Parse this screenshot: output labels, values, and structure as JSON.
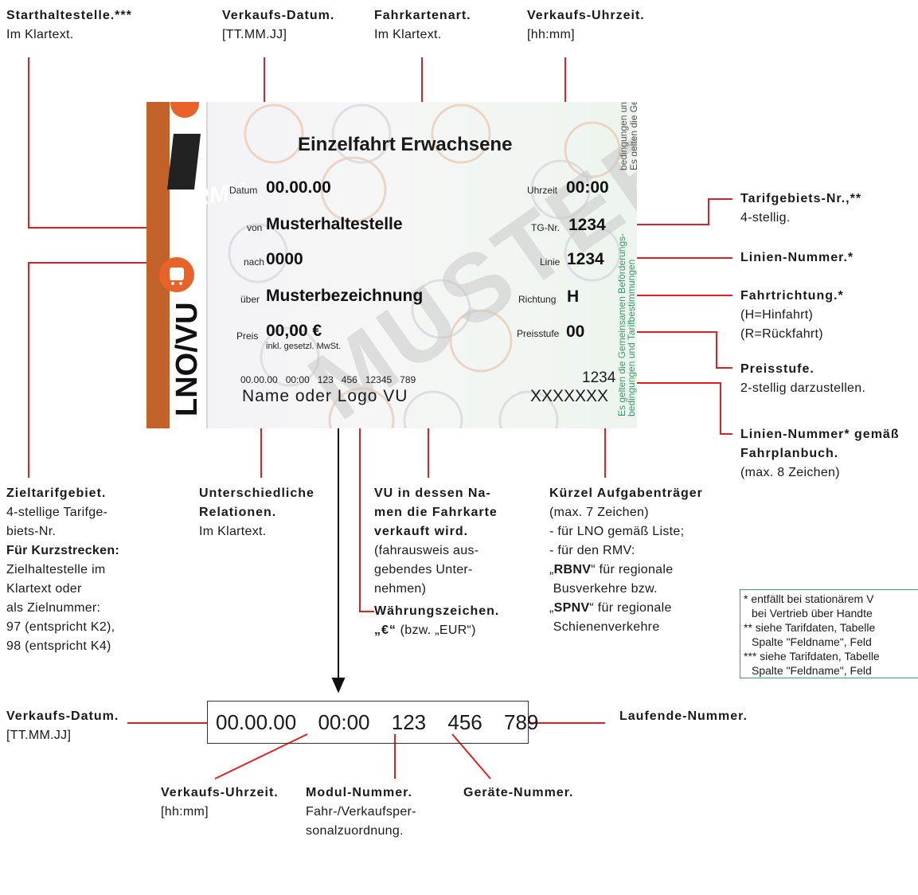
{
  "top_labels": {
    "starthaltestelle": {
      "title": "Starthaltestelle.***",
      "text": "Im Klartext."
    },
    "verkaufs_datum": {
      "title": "Verkaufs-Datum.",
      "text": "[TT.MM.JJ]"
    },
    "fahrkartenart": {
      "title": "Fahrkartenart.",
      "text": "Im Klartext."
    },
    "verkaufs_uhrzeit": {
      "title": "Verkaufs-Uhrzeit.",
      "text": "[hh:mm]"
    }
  },
  "right_labels": {
    "tarifgebiet": {
      "title": "Tarifgebiets-Nr.,**",
      "text": "4-stellig."
    },
    "linie": {
      "title": "Linien-Nummer.*"
    },
    "richtung": {
      "title": "Fahrtrichtung.*",
      "l1": "(H=Hinfahrt)",
      "l2": "(R=Rückfahrt)"
    },
    "preisstufe": {
      "title": "Preisstufe.",
      "text": "2-stellig darzustellen."
    },
    "linie_fpb": {
      "title1": "Linien-Nummer* gemäß",
      "title2": "Fahrplanbuch.",
      "text": "(max. 8 Zeichen)"
    }
  },
  "bottom_labels": {
    "zieltarif": {
      "title": "Zieltarifgebiet.",
      "l1": "4-stellige Tarifge-",
      "l2": "biets-Nr.",
      "bold": "Für Kurzstrecken:",
      "l3": "Zielhaltestelle im",
      "l4": "Klartext oder",
      "l5": "als Zielnummer:",
      "l6": "97 (entspricht K2),",
      "l7": "98 (entspricht K4)"
    },
    "relationen": {
      "title1": "Unterschiedliche",
      "title2": "Relationen.",
      "text": "Im Klartext."
    },
    "vu": {
      "t1": "VU in dessen Na-",
      "t2": "men die Fahrkarte",
      "t3": "verkauft wird.",
      "l1": "(fahrausweis aus-",
      "l2": "gebendes Unter-",
      "l3": "nehmen)"
    },
    "waehrung": {
      "title": "Währungszeichen.",
      "text_q": "„€“",
      "text_rest": " (bzw. „EUR“)"
    },
    "kuerzel": {
      "title": "Kürzel Aufgabenträger",
      "l1": "(max. 7 Zeichen)",
      "l2": "- für LNO gemäß Liste;",
      "l3": "- für den RMV:",
      "q1": "„",
      "b1": "RBNV",
      "r1": "“ für regionale",
      "l4": " Busverkehre bzw.",
      "q2": "„",
      "b2": "SPNV",
      "r2": "“ für regionale",
      "l5": " Schienenverkehre"
    }
  },
  "footnote": {
    "l1": "* entfällt bei stationärem V",
    "l2": "bei Vertrieb über Handte",
    "l3": "** siehe Tarifdaten, Tabelle",
    "l4": "Spalte \"Feldname\", Feld",
    "l5": "*** siehe Tarifdaten, Tabelle",
    "l6": "Spalte \"Feldname\", Feld"
  },
  "ticket": {
    "brand_side": "LNO/VU",
    "brand_logo": "RMV",
    "watermark": "MUSTER",
    "title": "Einzelfahrt Erwachsene",
    "datum_label": "Datum",
    "datum_value": "00.00.00",
    "uhrzeit_label": "Uhrzeit",
    "uhrzeit_value": "00:00",
    "von_label": "von",
    "von_value": "Musterhaltestelle",
    "tg_label": "TG-Nr.",
    "tg_value": "1234",
    "nach_label": "nach",
    "nach_value": "0000",
    "linie_label": "Linie",
    "linie_value": "1234",
    "ueber_label": "über",
    "ueber_value": "Musterbezeichnung",
    "richtung_label": "Richtung",
    "richtung_value": "H",
    "preis_label": "Preis",
    "preis_value": "00,00 €",
    "preis_note": "inkl. gesetzl. MwSt.",
    "preisstufe_label": "Preisstufe",
    "preisstufe_value": "00",
    "serial": "00.00.00   00:00   123   456   12345   789",
    "vu_name": "Name oder Logo VU",
    "line_no": "1234",
    "kuerzel": "XXXXXXX",
    "side_text_1": "Es gelten die Gemeinsamen Beförderungs-",
    "side_text_2": "bedingungen und Tarifbestimmungen",
    "side_text_3": "Es gelten die Gemeinsamen Beförderungs-",
    "side_text_4": "bedingungen und Tarifbestimmungen"
  },
  "number_box": {
    "date": "00.00.00",
    "time": "00:00",
    "modul": "123",
    "geraet": "456",
    "laufend": "789"
  },
  "box_labels": {
    "datum": {
      "title": "Verkaufs-Datum.",
      "text": "[TT.MM.JJ]"
    },
    "laufend": {
      "title": "Laufende-Nummer."
    },
    "uhrzeit": {
      "title": "Verkaufs-Uhrzeit.",
      "text": "[hh:mm]"
    },
    "modul": {
      "title": "Modul-Nummer.",
      "l1": "Fahr-/Verkaufsper-",
      "l2": "sonalzuordnung."
    },
    "geraet": {
      "title": "Geräte-Nummer."
    }
  },
  "colors": {
    "accent_red": "#e02020",
    "strip_orange": "#c2622a",
    "circle_orange": "#e8622a",
    "green_text": "#3a9a6a"
  }
}
